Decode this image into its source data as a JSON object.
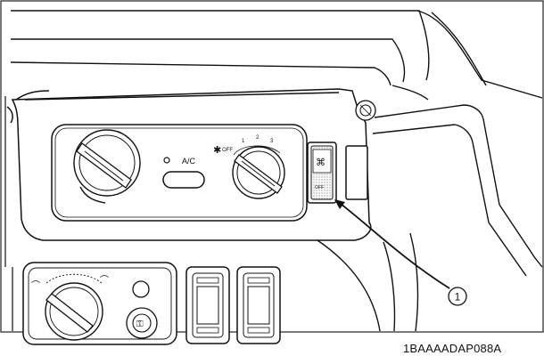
{
  "panel": {
    "ac_label": "A/C",
    "fan_off_label": "OFF",
    "fan_speeds": [
      "1",
      "2",
      "3"
    ],
    "switch_off_label": "OFF"
  },
  "callout": {
    "number": "1"
  },
  "figure_ref": "1BAAAADAP088A",
  "colors": {
    "line": "#111111",
    "background": "#ffffff",
    "hatch": "#b8b8b8"
  },
  "icons": [
    "fan-icon",
    "defrost-icon",
    "wiper-icon",
    "key-icon"
  ]
}
